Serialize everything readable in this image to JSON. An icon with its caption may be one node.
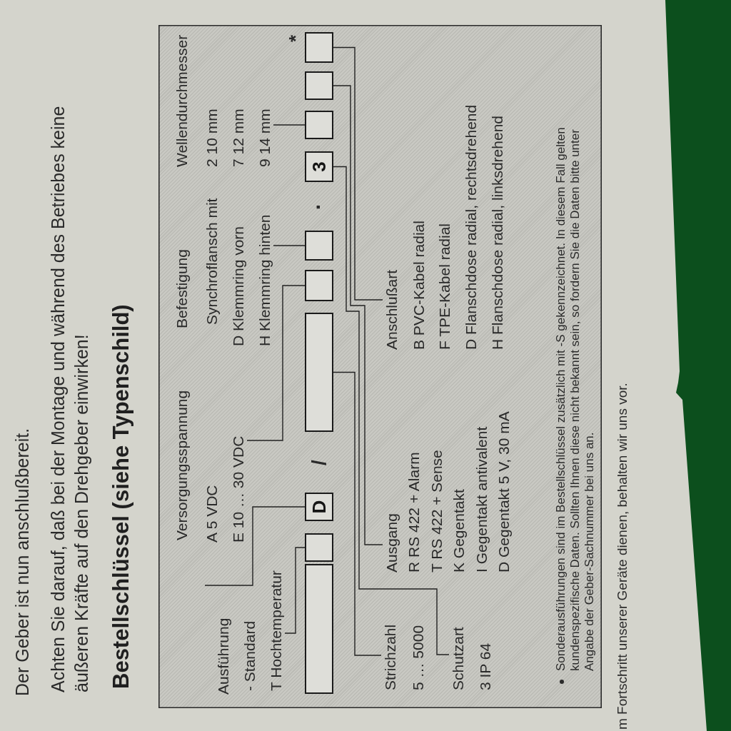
{
  "diagram": {
    "title": "Bestellschlüssel (siehe Typenschild)",
    "nodes": [
      {
        "text": [
          "Sonderausführungen sind im Bestellschlüssel zusätzlich mit -S gekennzeichnet. In diesem Fall gelten kundenspezifische Daten. Sollten Ihnen diese nicht bekannt sein, so fordern Sie die Daten bitte unter Angabe der Geber-Sachnummer bei uns an."
        ]
      },
      {
        "text": [
          "Ausführung",
          "- Standard",
          "T Hochtemperatur"
        ],
        "in": 0
      },
      {
        "text": [
          "Versorgungsspannung",
          "A 5 VDC",
          "E 10 … 30 VDC"
        ],
        "in": 0
      },
      {
        "text": [
          "Befestigung",
          "Synchroflansch mit",
          "D Klemmring vorn",
          "H Klemmring hinten"
        ],
        "in": 0
      },
      {
        "text": [
          "Wellendurchmesser",
          "2 10 mm",
          "7 12 mm",
          "9 14 mm"
        ],
        "in": 0
      },
      {
        "text": [],
        "shape": "box",
        "in": 0
      },
      {
        "text": [],
        "shape": "box",
        "in": 0
      },
      {
        "text": [
          "D"
        ],
        "in": 0
      },
      {
        "text": [],
        "shape": "box",
        "in": 0
      },
      {
        "text": [],
        "shape": "box",
        "in": 0
      },
      {
        "text": [],
        "shape": "box",
        "in": 0
      },
      {
        "text": [
          "3"
        ],
        "in": 0
      },
      {
        "text": [],
        "shape": "box",
        "in": 0
      },
      {
        "text": [],
        "shape": "box",
        "in": 0
      },
      {
        "text": [],
        "shape": "box",
        "in": 0,
        "beside": [
          "*"
        ]
      },
      {
        "text": [
          "Strichzahl",
          "5 … 5000"
        ],
        "in": 0
      },
      {
        "text": [
          "Ausgang",
          "R RS 422 + Alarm",
          "T RS 422 + Sense",
          "K Gegentakt",
          "I Gegentakt antivalent",
          "D Gegentakt 5 V, 30 mA"
        ],
        "in": 0
      },
      {
        "text": [
          "Anschlußart",
          "B PVC-Kabel radial",
          "F TPE-Kabel radial",
          "D Flanschdose radial, rechtsdrehend",
          "H Flanschdose radial, linksdrehend"
        ],
        "in": 0
      },
      {
        "text": [
          "Schutzart",
          "3 IP 64"
        ],
        "in": 0
      }
    ],
    "edges": [
      {
        "from": 1,
        "to": 6,
        "arrow": "none"
      },
      {
        "from": 1,
        "to": 7,
        "arrow": "none"
      },
      {
        "from": 2,
        "to": 9,
        "arrow": "none"
      },
      {
        "from": 3,
        "to": 10,
        "arrow": "none"
      },
      {
        "from": 4,
        "to": 12,
        "arrow": "none"
      },
      {
        "from": 15,
        "to": 8,
        "arrow": "none"
      },
      {
        "from": 18,
        "to": 11,
        "arrow": "none"
      },
      {
        "from": 16,
        "to": 13,
        "arrow": "none"
      },
      {
        "from": 17,
        "to": 14,
        "arrow": "none"
      }
    ],
    "labels": [
      "Der Geber ist nun anschlußbereit.",
      "Achten Sie darauf, daß bei der Montage und während des Betriebes keine äußeren Kräfte auf den Drehgeber einwirken!",
      "/",
      ".",
      "m Fortschritt unserer Geräte dienen, behalten wir uns vor."
    ]
  }
}
